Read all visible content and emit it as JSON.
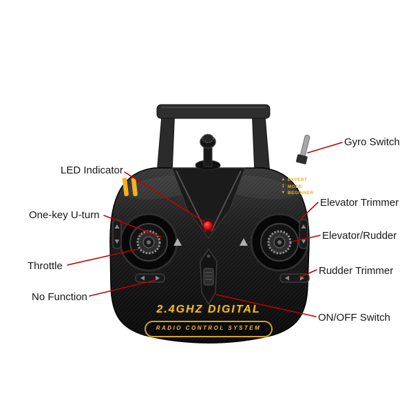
{
  "figure": {
    "type": "product-callout-diagram",
    "subject": "2.4GHz digital radio control transmitter"
  },
  "callouts": [
    {
      "text": "Gyro Switch",
      "side": "right"
    },
    {
      "text": "LED Indicator",
      "side": "left"
    },
    {
      "text": "One-key U-turn",
      "side": "left"
    },
    {
      "text": "Elevator Trimmer",
      "side": "right"
    },
    {
      "text": "Elevator/Rudder",
      "side": "right"
    },
    {
      "text": "Throttle",
      "side": "left"
    },
    {
      "text": "Rudder Trimmer",
      "side": "right"
    },
    {
      "text": "No Function",
      "side": "left"
    },
    {
      "text": "ON/OFF Switch",
      "side": "right"
    }
  ],
  "device": {
    "brand_line1": "2.4GHZ DIGITAL",
    "brand_line2": "RADIO CONTROL SYSTEM",
    "mode_panel": [
      {
        "marker": "▲",
        "label": "EXPERT"
      },
      {
        "marker": "1",
        "label": "MODE"
      },
      {
        "marker": "▼",
        "label": "BEGINNER"
      }
    ]
  },
  "colors": {
    "callout_line": "#c00000",
    "accent_yellow": "#f0b822",
    "led_red": "#e80c0c",
    "body_dark": "#161616",
    "background": "#ffffff"
  }
}
